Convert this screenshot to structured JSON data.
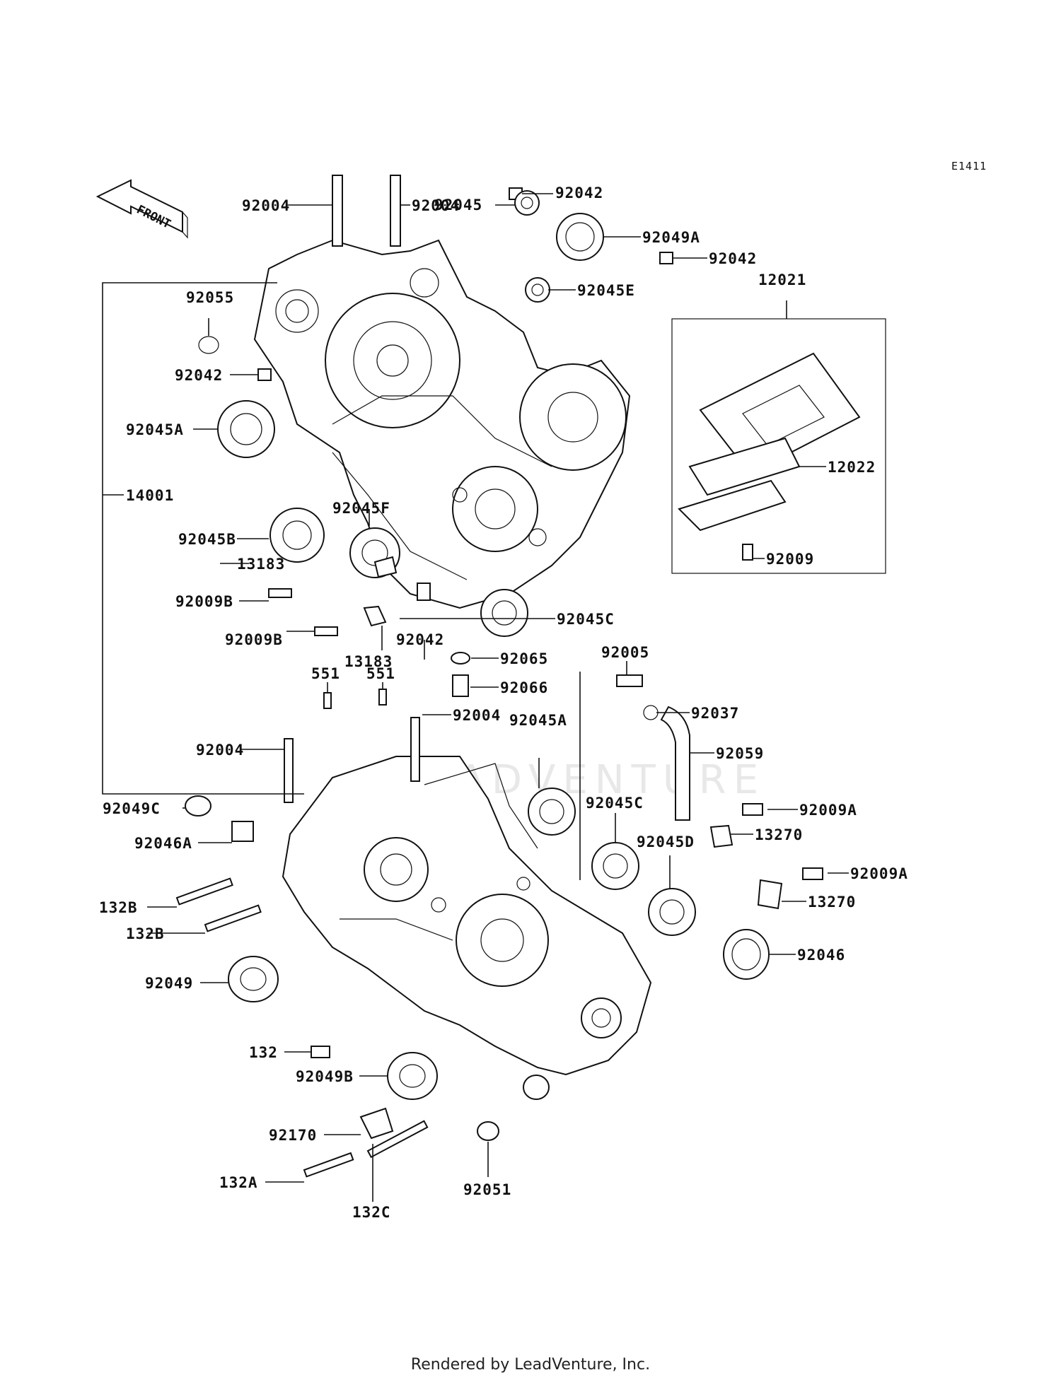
{
  "diagram": {
    "code": "E1411",
    "front_label": "FRONT",
    "watermark": "LEADVENTURE",
    "labels": {
      "l_92004_a": "92004",
      "l_92004_b": "92004",
      "l_92042_a": "92042",
      "l_92045": "92045",
      "l_92049A": "92049A",
      "l_92042_b": "92042",
      "l_12021": "12021",
      "l_92055": "92055",
      "l_92045E": "92045E",
      "l_92042_c": "92042",
      "l_92045A_a": "92045A",
      "l_12022": "12022",
      "l_14001": "14001",
      "l_92045F": "92045F",
      "l_92045B": "92045B",
      "l_13183_a": "13183",
      "l_92009": "92009",
      "l_92009B_a": "92009B",
      "l_92045C_a": "92045C",
      "l_92009B_b": "92009B",
      "l_92042_d": "92042",
      "l_13183_b": "13183",
      "l_92065": "92065",
      "l_92005": "92005",
      "l_92066": "92066",
      "l_551_a": "551",
      "l_551_b": "551",
      "l_92004_c": "92004",
      "l_92037": "92037",
      "l_92045A_b": "92045A",
      "l_92004_d": "92004",
      "l_92059": "92059",
      "l_92049C": "92049C",
      "l_92045C_b": "92045C",
      "l_92009A_a": "92009A",
      "l_92046A": "92046A",
      "l_92045D": "92045D",
      "l_13270_a": "13270",
      "l_92009A_b": "92009A",
      "l_132B_a": "132B",
      "l_13270_b": "13270",
      "l_132B_b": "132B",
      "l_92046": "92046",
      "l_92049": "92049",
      "l_132": "132",
      "l_92049B": "92049B",
      "l_92170": "92170",
      "l_132A": "132A",
      "l_92051": "92051",
      "l_132C": "132C"
    }
  },
  "footer": {
    "text": "Rendered by LeadVenture, Inc."
  }
}
